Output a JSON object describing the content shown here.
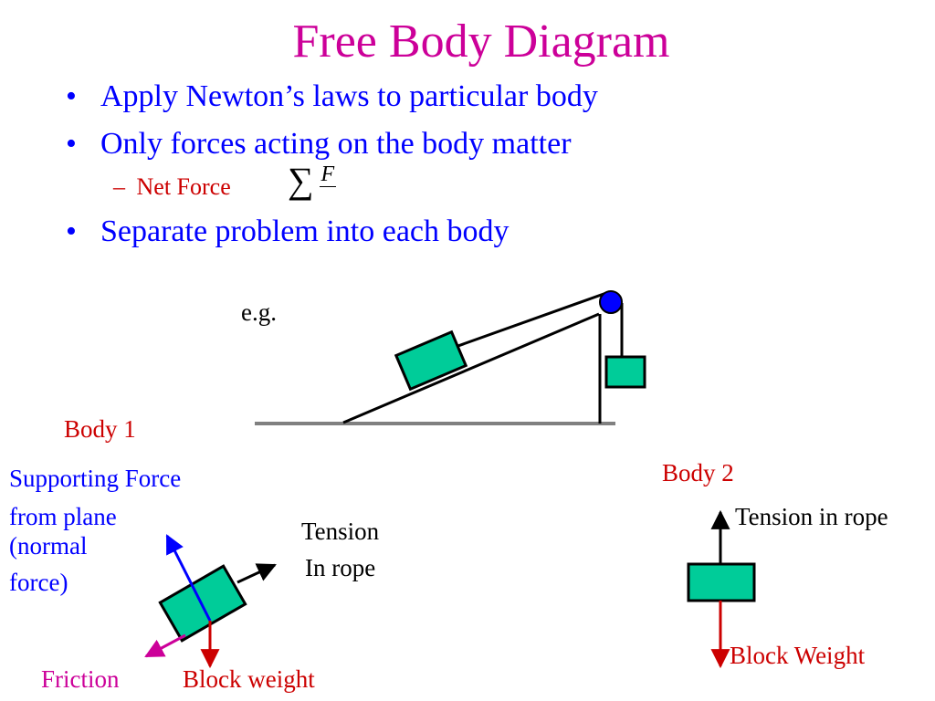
{
  "title": "Free Body Diagram",
  "bullets": [
    "Apply Newton’s laws to particular body",
    "Only forces acting on the body matter",
    "Separate problem into each body"
  ],
  "sub_bullet": {
    "dash": "–",
    "text": "Net Force",
    "sigma": "∑",
    "symbol": "F"
  },
  "eg_label": "e.g.",
  "body1": {
    "label": "Body 1",
    "support_force": [
      "Supporting Force",
      "from plane",
      "(normal",
      "force)"
    ],
    "tension": [
      "Tension",
      "In rope"
    ],
    "friction": "Friction",
    "weight": "Block weight"
  },
  "body2": {
    "label": "Body 2",
    "tension": "Tension in rope",
    "weight": "Block Weight"
  },
  "colors": {
    "title": "#cc0099",
    "bullet_text": "#0000ff",
    "sub_bullet_text": "#cc0000",
    "body_labels": "#cc0000",
    "support_force_text": "#0000ff",
    "friction_text": "#cc0099",
    "block_fill": "#00cc99",
    "pulley": "#0000ff",
    "ground": "#808080"
  }
}
